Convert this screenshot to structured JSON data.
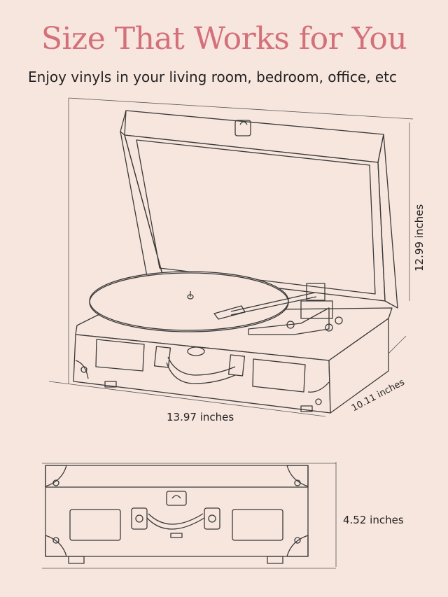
{
  "header": {
    "title": "Size That Works for You",
    "subtitle": "Enjoy vinyls in your living room, bedroom, office, etc"
  },
  "dimensions": {
    "width": "13.97 inches",
    "height": "12.99 inches",
    "depth": "10.11 inches",
    "front_height": "4.52 inches"
  },
  "colors": {
    "background": "#f7e6de",
    "title": "#d4707a",
    "line": "#3a3a3a"
  }
}
